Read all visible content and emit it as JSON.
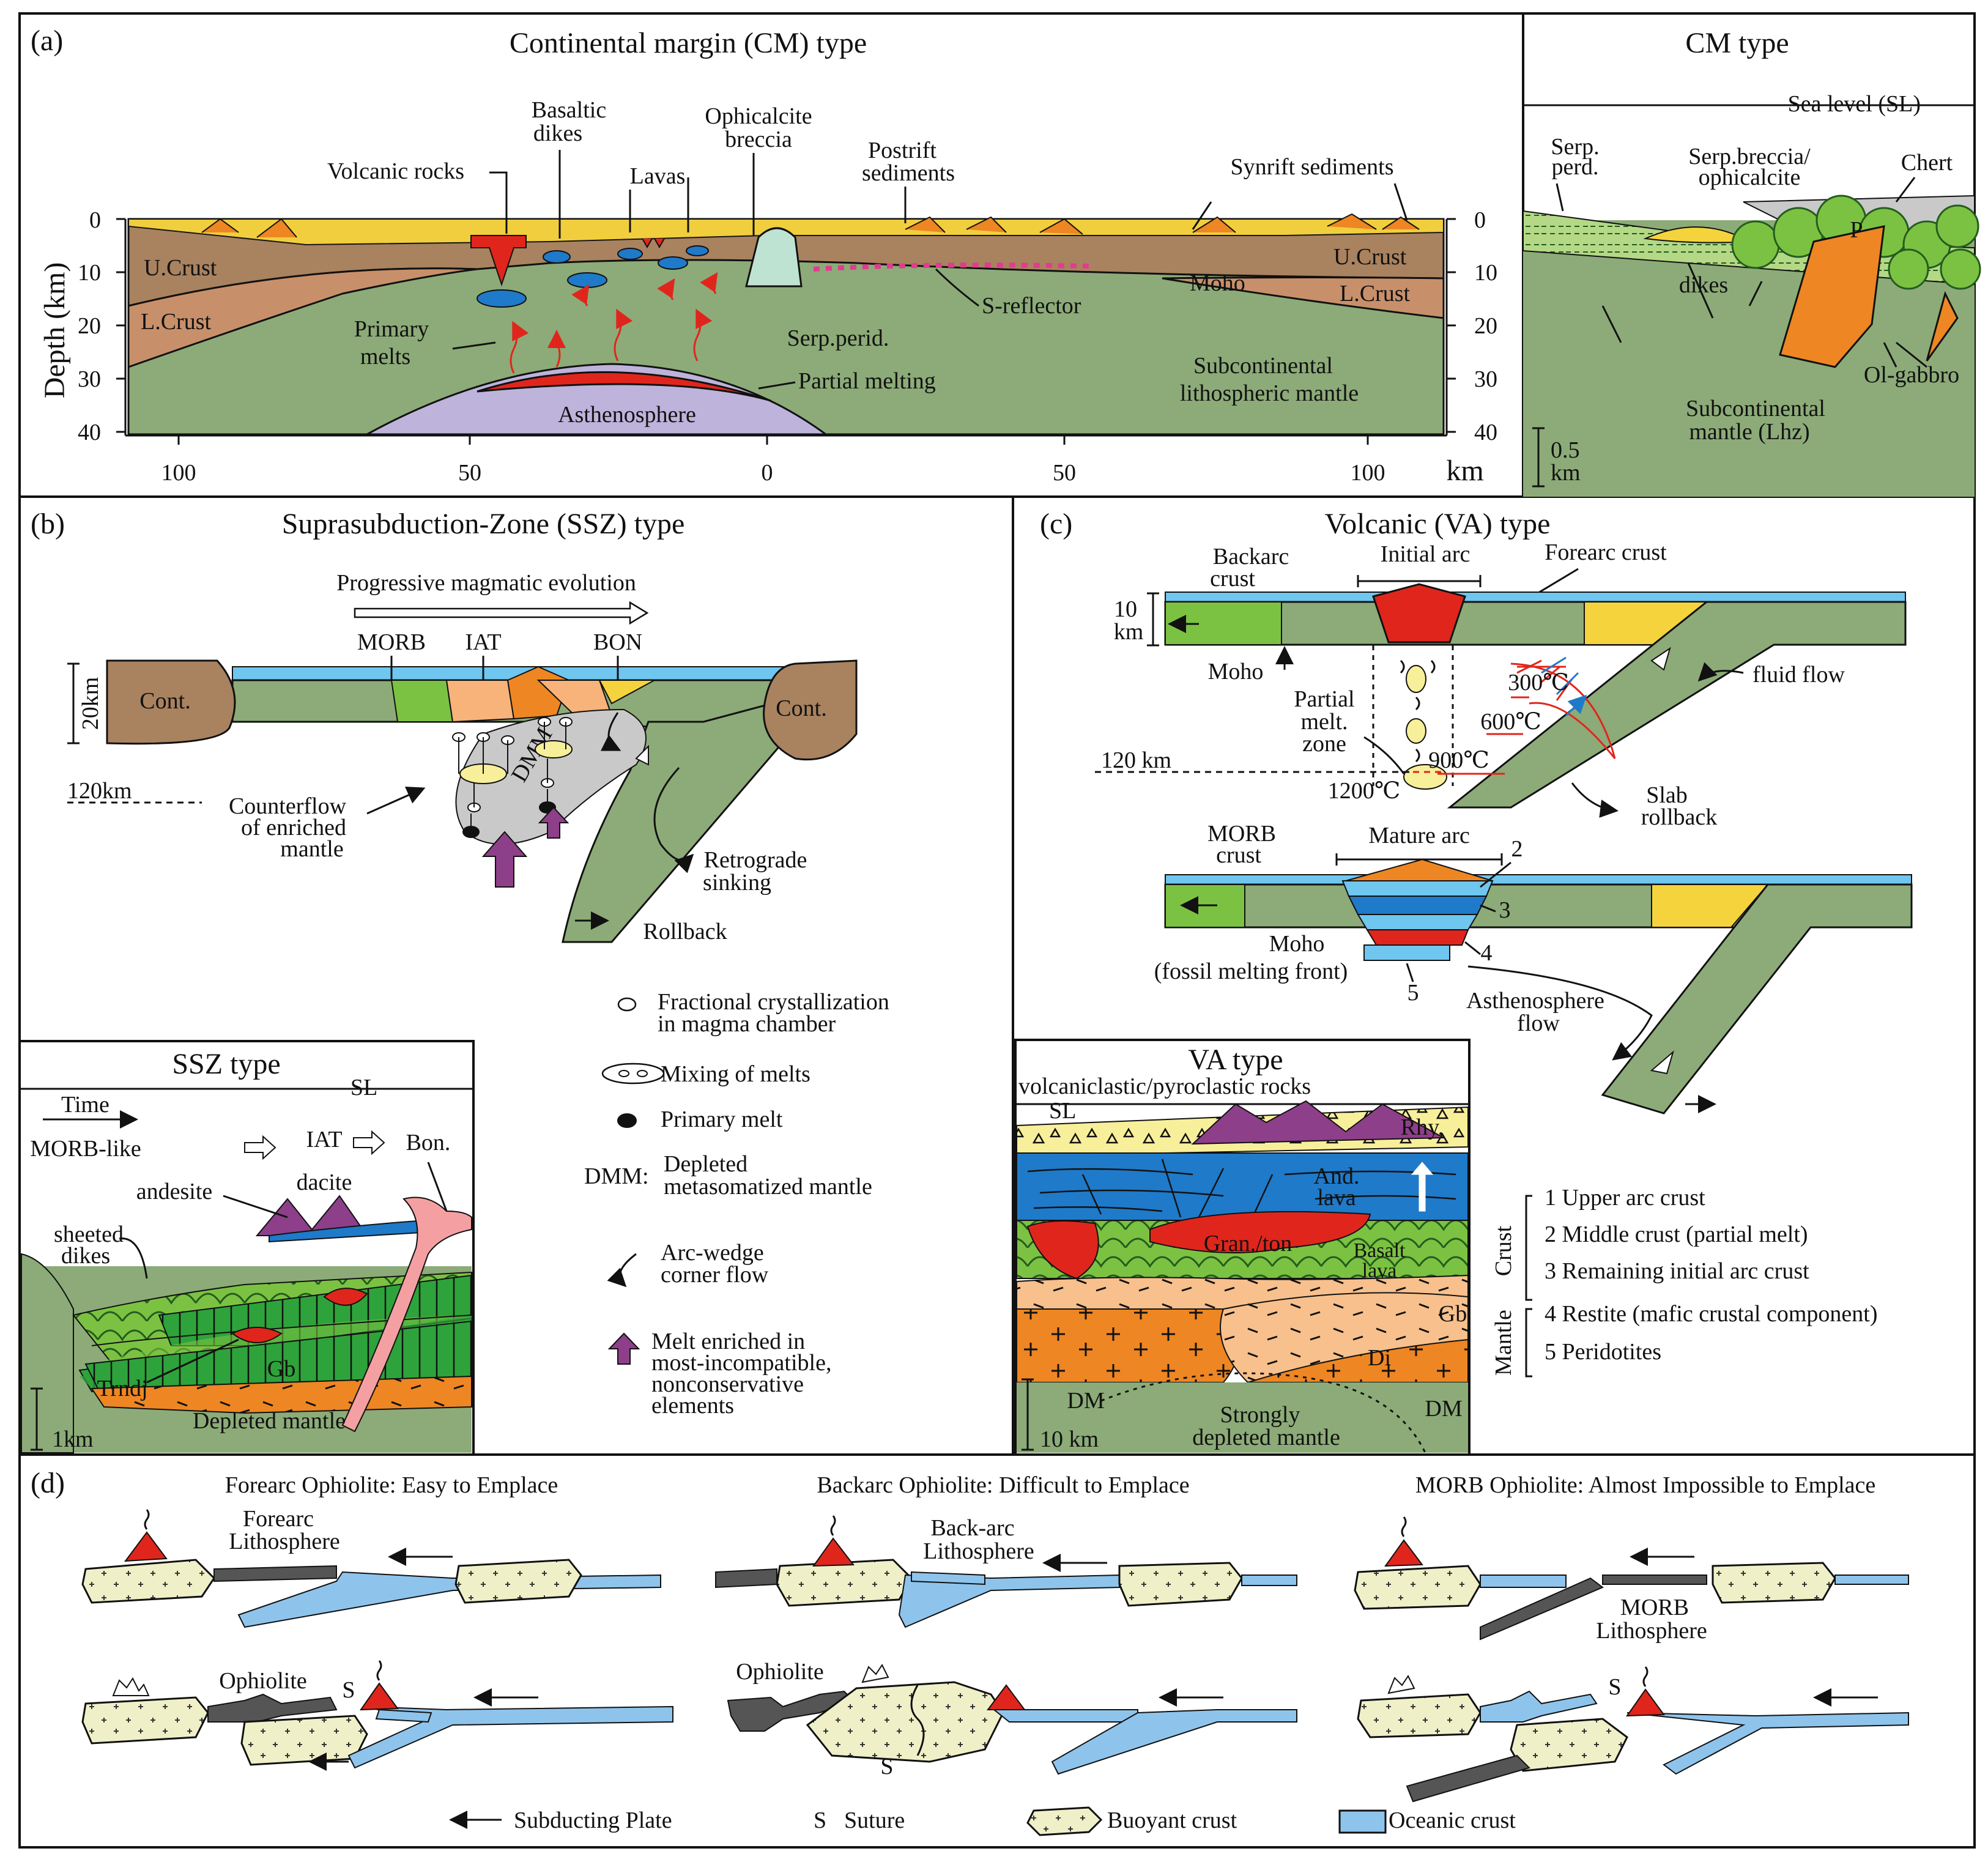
{
  "panel_a": {
    "letter": "(a)",
    "title": "Continental margin (CM) type",
    "y_label": "Depth (km)",
    "depth_ticks": [
      "0",
      "10",
      "20",
      "30",
      "40"
    ],
    "x_ticks": [
      "100",
      "50",
      "0",
      "50",
      "100"
    ],
    "x_unit": "km",
    "labels": {
      "volcanic_rocks": "Volcanic rocks",
      "basaltic_dikes_1": "Basaltic",
      "basaltic_dikes_2": "dikes",
      "lavas": "Lavas",
      "ophicalcite_1": "Ophicalcite",
      "ophicalcite_2": "breccia",
      "postrift_1": "Postrift",
      "postrift_2": "sediments",
      "synrift": "Synrift sediments",
      "u_crust_left": "U.Crust",
      "l_crust_left": "L.Crust",
      "u_crust_right": "U.Crust",
      "l_crust_right": "L.Crust",
      "moho": "Moho",
      "s_reflector": "S-reflector",
      "primary_melts_1": "Primary",
      "primary_melts_2": "melts",
      "serp_perid": "Serp.perid.",
      "partial_melting": "Partial melting",
      "asthenosphere": "Asthenosphere",
      "subcont_1": "Subcontinental",
      "subcont_2": "lithospheric mantle"
    }
  },
  "panel_a_inset": {
    "title": "CM type",
    "sea_level": "Sea level (SL)",
    "serp_perd_1": "Serp.",
    "serp_perd_2": "perd.",
    "breccia_1": "Serp.breccia/",
    "breccia_2": "ophicalcite",
    "chert": "Chert",
    "p": "P",
    "dikes": "dikes",
    "ol_gabbro": "Ol-gabbro",
    "mantle_1": "Subcontinental",
    "mantle_2": "mantle (Lhz)",
    "scale_1": "0.5",
    "scale_2": "km"
  },
  "panel_b": {
    "letter": "(b)",
    "title": "Suprasubduction-Zone (SSZ) type",
    "progressive": "Progressive magmatic evolution",
    "morb": "MORB",
    "iat": "IAT",
    "bon": "BON",
    "cont_left": "Cont.",
    "cont_right": "Cont.",
    "depth_20": "20km",
    "depth_120": "120km",
    "dmm": "DMM",
    "counterflow_1": "Counterflow",
    "counterflow_2": "of enriched",
    "counterflow_3": "mantle",
    "retrograde_1": "Retrograde",
    "retrograde_2": "sinking",
    "rollback": "Rollback",
    "legend": {
      "fc_1": "Fractional crystallization",
      "fc_2": "in magma chamber",
      "mixing": "Mixing of melts",
      "primary": "Primary melt",
      "dmm_key": "DMM:",
      "dmm_1": "Depleted",
      "dmm_2": "metasomatized mantle",
      "corner_1": "Arc-wedge",
      "corner_2": "corner flow",
      "enriched_1": "Melt enriched in",
      "enriched_2": "most-incompatible,",
      "enriched_3": "nonconservative",
      "enriched_4": "elements"
    }
  },
  "panel_b_inset": {
    "title": "SSZ type",
    "sl": "SL",
    "time": "Time",
    "morb_like": "MORB-like",
    "iat": "IAT",
    "bon": "Bon.",
    "andesite": "andesite",
    "dacite": "dacite",
    "sheeted_1": "sheeted",
    "sheeted_2": "dikes",
    "gb": "Gb",
    "trndj": "Trndj",
    "depleted": "Depleted mantle",
    "scale": "1km"
  },
  "panel_c": {
    "letter": "(c)",
    "title": "Volcanic (VA) type",
    "backarc_1": "Backarc",
    "backarc_2": "crust",
    "initial_arc": "Initial arc",
    "forearc": "Forearc crust",
    "depth_10_1": "10",
    "depth_10_2": "km",
    "moho": "Moho",
    "fluid_flow": "fluid flow",
    "t300": "300℃",
    "t600": "600℃",
    "t900": "900℃",
    "t1200": "1200℃",
    "partial_1": "Partial",
    "partial_2": "melt.",
    "partial_3": "zone",
    "km120": "120 km",
    "slab_1": "Slab",
    "slab_2": "rollback",
    "morb_1": "MORB",
    "morb_2": "crust",
    "mature_arc": "Mature arc",
    "n2": "2",
    "n3": "3",
    "n4": "4",
    "n5": "5",
    "moho2": "Moho",
    "fossil": "(fossil melting front)",
    "asth_1": "Asthenosphere",
    "asth_2": "flow",
    "key": {
      "crust": "Crust",
      "mantle": "Mantle",
      "k1": "1 Upper arc crust",
      "k2": "2 Middle crust (partial melt)",
      "k3": "3 Remaining initial arc crust",
      "k4": "4 Restite (mafic crustal component)",
      "k5": "5 Peridotites"
    }
  },
  "panel_c_inset": {
    "title": "VA type",
    "volcaniclastic": "volcaniclastic/pyroclastic rocks",
    "sl": "SL",
    "rhy": "Rhy.",
    "and_1": "And.",
    "and_2": "lava",
    "gran": "Gran./ton",
    "basalt_1": "Basalt",
    "basalt_2": "lava",
    "gb": "Gb",
    "di": "Di",
    "dm_left": "DM",
    "dm_right": "DM",
    "strongly_1": "Strongly",
    "strongly_2": "depleted mantle",
    "scale": "10 km"
  },
  "panel_d": {
    "letter": "(d)",
    "forearc_title": "Forearc Ophiolite: Easy to Emplace",
    "backarc_title": "Backarc Ophiolite: Difficult to Emplace",
    "morb_title": "MORB Ophiolite: Almost Impossible to Emplace",
    "forearc_lith_1": "Forearc",
    "forearc_lith_2": "Lithosphere",
    "backarc_lith_1": "Back-arc",
    "backarc_lith_2": "Lithosphere",
    "morb_lith_1": "MORB",
    "morb_lith_2": "Lithosphere",
    "ophiolite_1": "Ophiolite",
    "ophiolite_2": "Ophiolite",
    "s": "S",
    "legend": {
      "subducting": "Subducting Plate",
      "s_key": "S",
      "suture": "Suture",
      "buoyant": "Buoyant crust",
      "oceanic": "Oceanic crust"
    }
  },
  "colors": {
    "mantle_green": "#8cab78",
    "crust_brown": "#a9825f",
    "lower_crust": "#c8906a",
    "asthenosphere": "#bdb3db",
    "melt_red": "#e0261c",
    "ocean_blue": "#6fc6ef",
    "dike_blue": "#1f7ac9",
    "yellow": "#f5d33c",
    "orange": "#ee8623",
    "bright_green": "#7cc242",
    "buoyant": "#eff0c8",
    "purple": "#8e3f8a",
    "pink": "#f4a0a2"
  }
}
